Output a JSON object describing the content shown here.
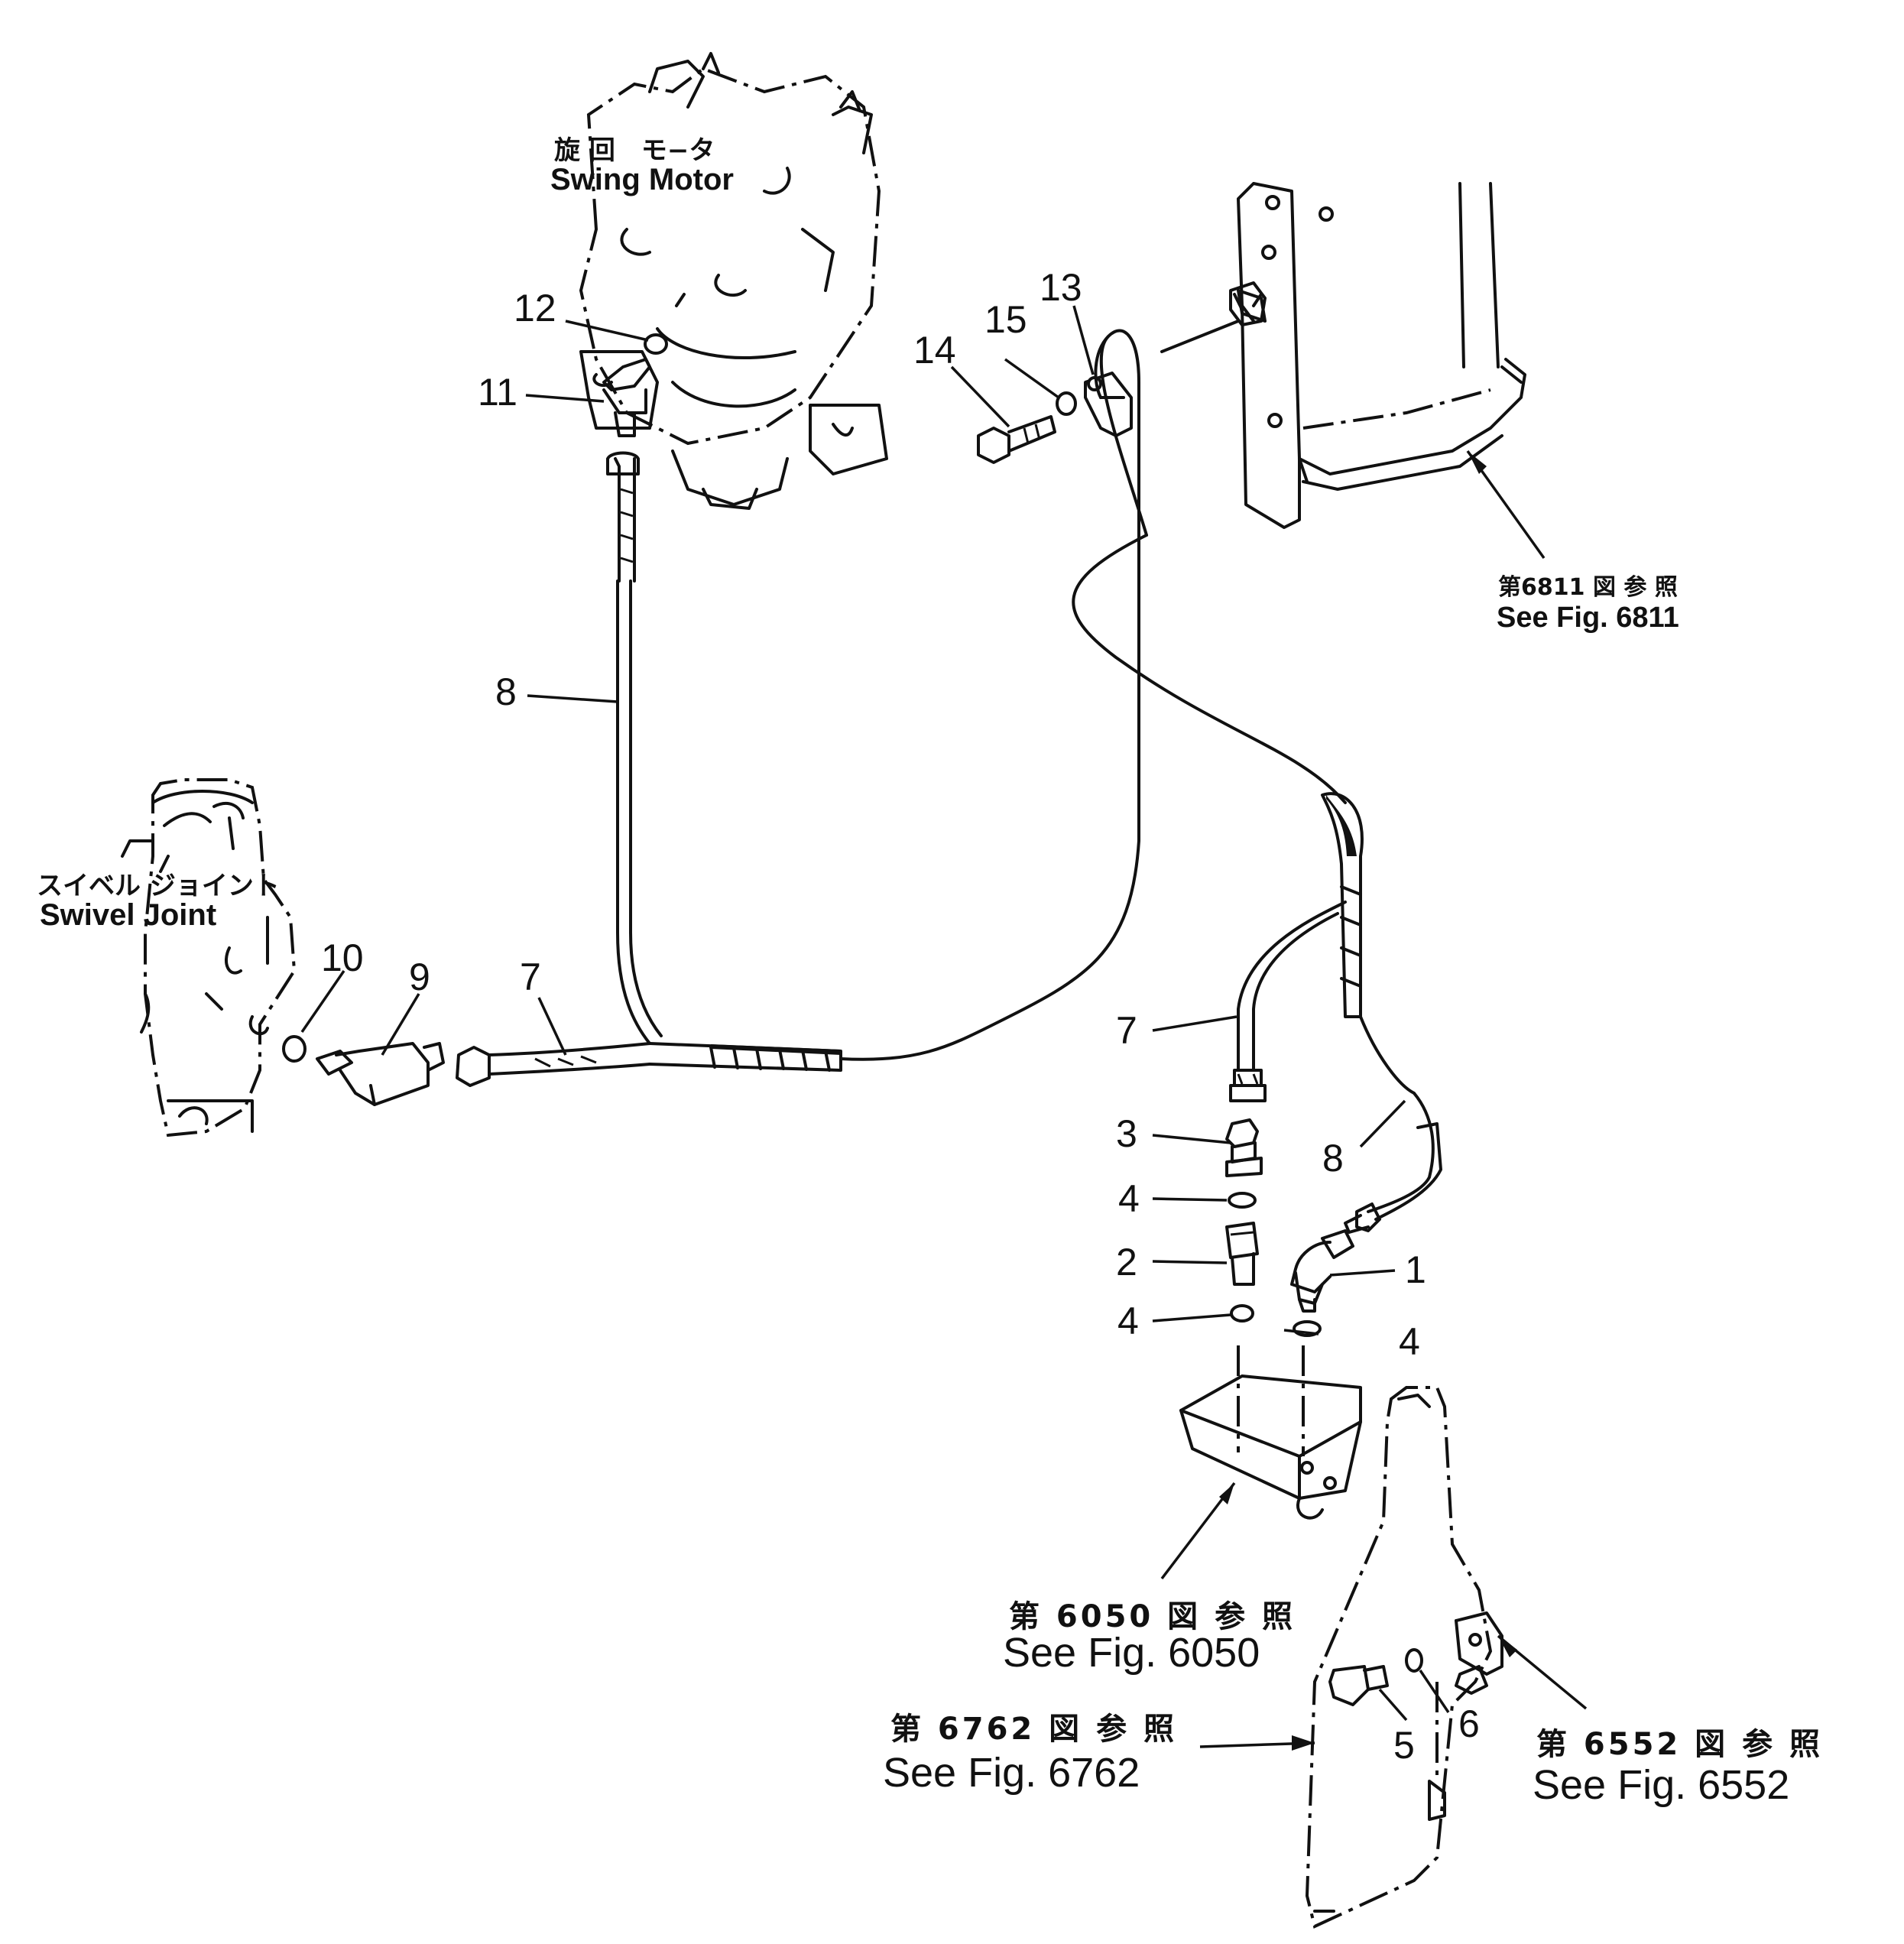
{
  "components": {
    "swing_motor": {
      "label_jp": "旋 回　モ−タ",
      "label_en": "Swing Motor"
    },
    "swivel_joint": {
      "label_jp": "スイベル ジョイント",
      "label_en": "Swivel Joint"
    }
  },
  "references": {
    "fig_6811": {
      "label_jp": "第6811 図 参 照",
      "label_en": "See Fig. 6811"
    },
    "fig_6050": {
      "label_jp": "第 6050 図 参 照",
      "label_en": "See Fig. 6050"
    },
    "fig_6762": {
      "label_jp": "第 6762 図 参 照",
      "label_en": "See Fig. 6762"
    },
    "fig_6552": {
      "label_jp": "第 6552 図 参 照",
      "label_en": "See Fig. 6552"
    }
  },
  "callouts": {
    "c1": "1",
    "c2": "2",
    "c3": "3",
    "c4a": "4",
    "c4b": "4",
    "c4c": "4",
    "c5": "5",
    "c6": "6",
    "c7a": "7",
    "c7b": "7",
    "c8a": "8",
    "c8b": "8",
    "c9": "9",
    "c10": "10",
    "c11": "11",
    "c12": "12",
    "c13": "13",
    "c14": "14",
    "c15": "15"
  }
}
